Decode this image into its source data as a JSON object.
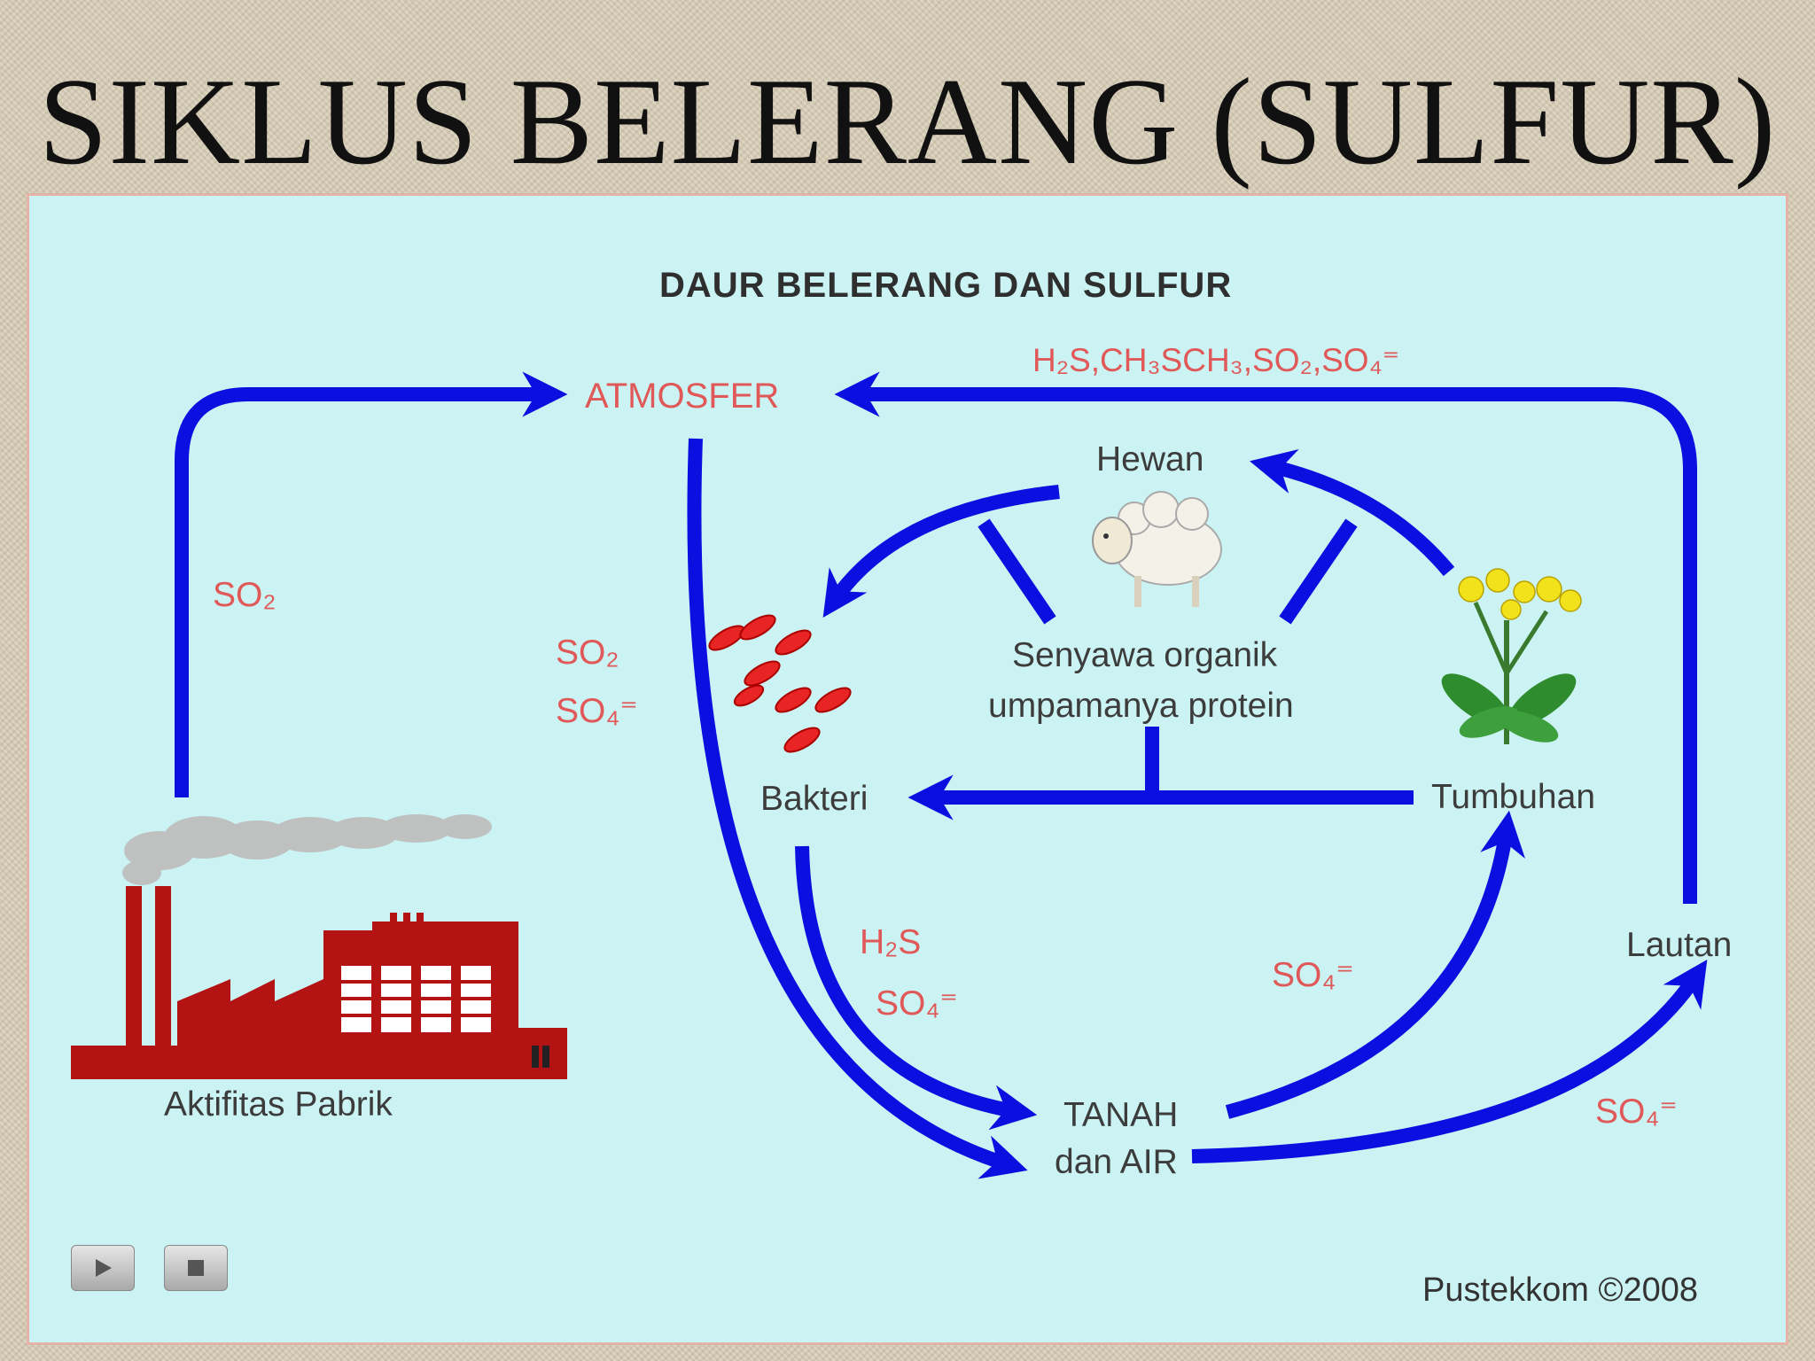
{
  "slide": {
    "title": "SIKLUS BELERANG (SULFUR)"
  },
  "diagram": {
    "heading": "DAUR BELERANG DAN SULFUR",
    "nodes": {
      "atmosfer": "ATMOSFER",
      "hewan": "Hewan",
      "bakteri": "Bakteri",
      "tumbuhan": "Tumbuhan",
      "lautan": "Lautan",
      "tanah_line1": "TANAH",
      "tanah_line2": "dan AIR",
      "organic_line1": "Senyawa organik",
      "organic_line2": "umpamanya protein",
      "pabrik": "Aktifitas Pabrik"
    },
    "chem": {
      "top_gases": "H₂S,CH₃SCH₃,SO₂,SO₄⁼",
      "pabrik_so2": "SO₂",
      "atm_so2": "SO₂",
      "atm_so4": "SO₄⁼",
      "bakteri_h2s": "H₂S",
      "bakteri_so4": "SO₄⁼",
      "tanah_to_tumbuhan": "SO₄⁼",
      "tanah_to_lautan": "SO₄⁼"
    },
    "icons": [
      "play-icon",
      "stop-icon",
      "factory-icon",
      "sheep-icon",
      "plant-icon",
      "bacteria-icon"
    ],
    "credit": "Pustekkom ©2008",
    "colors": {
      "arrow": "#0a10e0",
      "chem_label": "#e05858",
      "panel": "#ccf3f3",
      "factory": "#b31313"
    }
  }
}
